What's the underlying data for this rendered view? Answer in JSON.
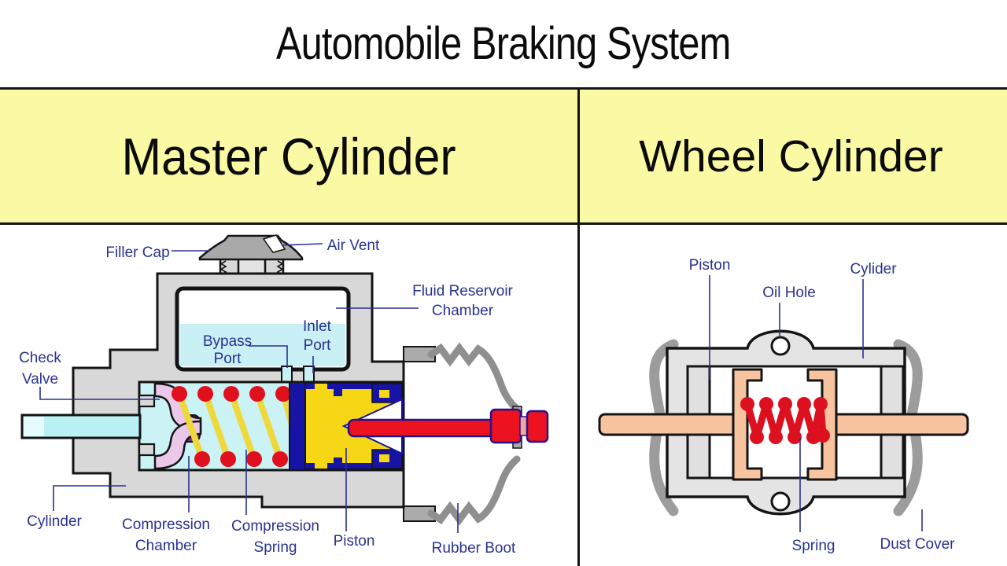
{
  "title": "Automobile Braking System",
  "banner": {
    "left_heading": "Master Cylinder",
    "right_heading": "Wheel Cylinder"
  },
  "master_cylinder": {
    "labels": {
      "filler_cap": "Filler Cap",
      "air_vent": "Air Vent",
      "fluid_reservoir_line1": "Fluid Reservoir",
      "fluid_reservoir_line2": "Chamber",
      "bypass_line1": "Bypass",
      "bypass_line2": "Port",
      "inlet_line1": "Inlet",
      "inlet_line2": "Port",
      "check_line1": "Check",
      "check_line2": "Valve",
      "cylinder": "Cylinder",
      "compression_chamber_line1": "Compression",
      "compression_chamber_line2": "Chamber",
      "compression_spring_line1": "Compression",
      "compression_spring_line2": "Spring",
      "piston": "Piston",
      "rubber_boot": "Rubber Boot"
    }
  },
  "wheel_cylinder": {
    "labels": {
      "piston": "Piston",
      "oil_hole": "Oil Hole",
      "cylinder": "Cylider",
      "spring": "Spring",
      "dust_cover": "Dust Cover"
    }
  },
  "colors": {
    "banner_yellow": "#FAF9A4",
    "label_navy": "#2A3191",
    "outline_black": "#141414",
    "body_gray": "#D8D8D8",
    "fluid_cyan": "#C9F0F4",
    "bore_cyan": "#CBF3F5",
    "spring_yellow": "#EFD83B",
    "dot_red": "#E1101E",
    "piston_yellow": "#F6D716",
    "seal_navy": "#1713A5",
    "rod_red": "#ED1220",
    "valve_pink": "#EBC7EA",
    "valve_purple": "#7C2F8F",
    "boot_gray": "#8F8F8F",
    "cap_gray": "#A9A9A9",
    "wheel_body_gray": "#E4E4E4",
    "dust_cover_gray": "#9C9C9C",
    "peach": "#F7C49F",
    "wheel_spring_red": "#DD1020"
  }
}
